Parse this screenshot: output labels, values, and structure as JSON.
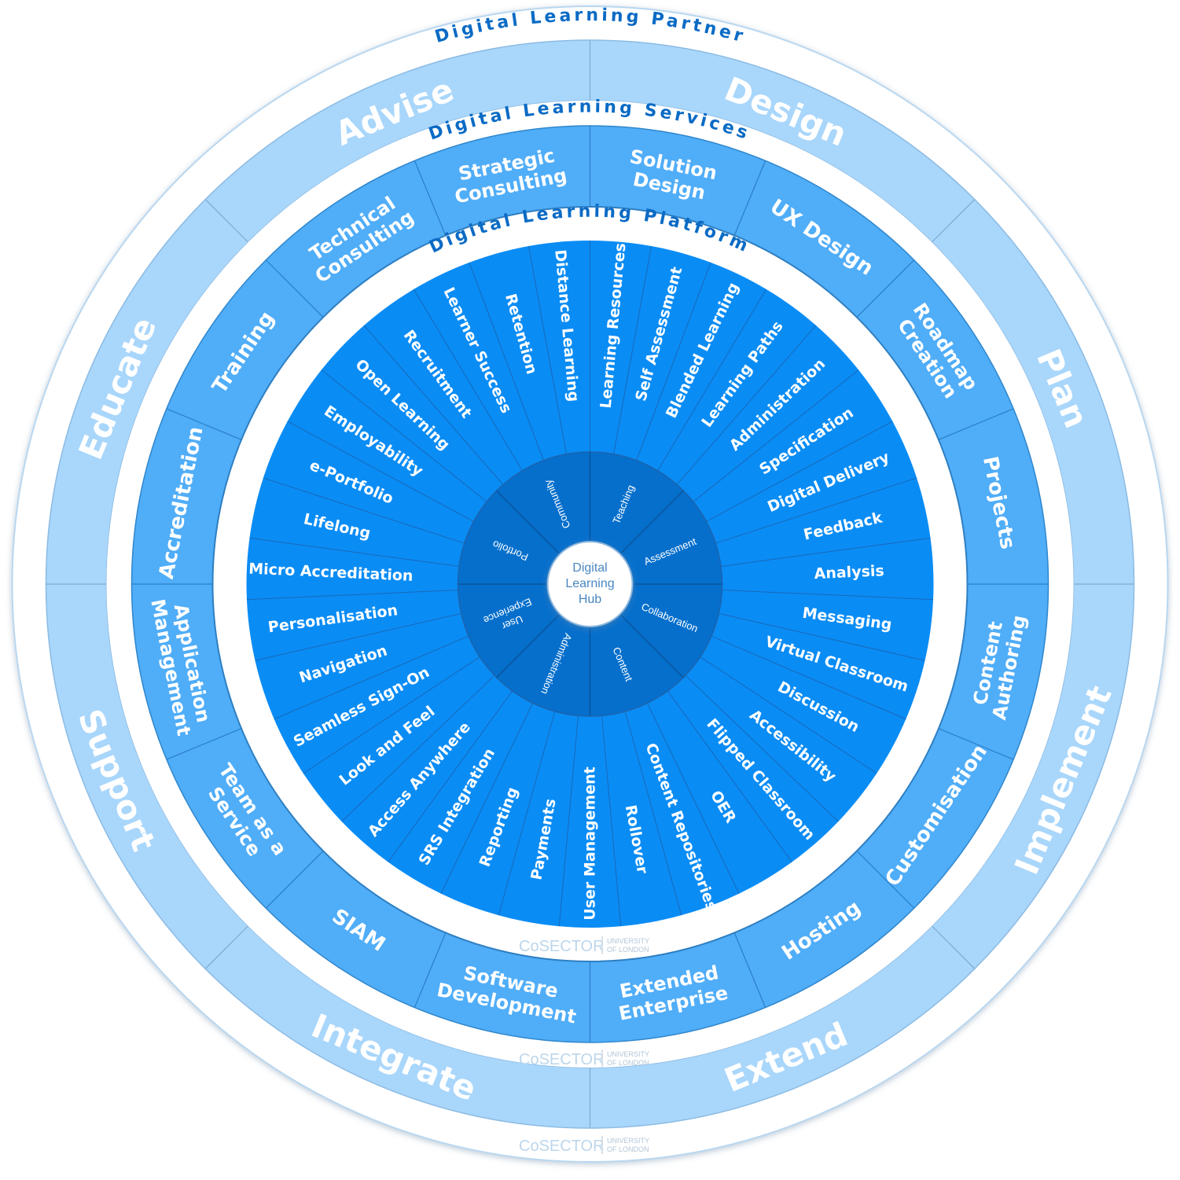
{
  "colors": {
    "outer_ring": "#a9d6fb",
    "outer_border": "#b9d7f0",
    "services_ring": "#50adf8",
    "platform_ring": "#0a8cf5",
    "hub_ring": "#066fcc",
    "title_text": "#0a6bc5",
    "divider": "#2a7fc4",
    "brand_text": "#bcd6ec"
  },
  "titles": {
    "partner": "Digital Learning Partner",
    "services": "Digital Learning Services",
    "platform": "Digital Learning Platform"
  },
  "hub": {
    "label_line1": "Digital",
    "label_line2": "Learning",
    "label_line3": "Hub"
  },
  "partner_ring": {
    "segments": [
      "Design",
      "Plan",
      "Implement",
      "Extend",
      "Integrate",
      "Support",
      "Educate",
      "Advise"
    ]
  },
  "services_ring": {
    "segments": [
      [
        "Solution",
        "Design"
      ],
      [
        "UX Design"
      ],
      [
        "Roadmap",
        "Creation"
      ],
      [
        "Projects"
      ],
      [
        "Content",
        "Authoring"
      ],
      [
        "Customisation"
      ],
      [
        "Hosting"
      ],
      [
        "Extended",
        "Enterprise"
      ],
      [
        "Software",
        "Development"
      ],
      [
        "SIAM"
      ],
      [
        "Team as a",
        "Service"
      ],
      [
        "Application",
        "Management"
      ],
      [
        "Accreditation"
      ],
      [
        "Training"
      ],
      [
        "Technical",
        "Consulting"
      ],
      [
        "Strategic",
        "Consulting"
      ]
    ]
  },
  "hub_ring": {
    "segments": [
      "Teaching",
      "Assessment",
      "Collaboration",
      "Content",
      "Administration",
      "User Experience",
      "Portfolio",
      "Community"
    ]
  },
  "platform_ring": {
    "segments": [
      "Learning Resources",
      "Self Assessment",
      "Blended Learning",
      "Learning Paths",
      "Administration",
      "Specification",
      "Digital Delivery",
      "Feedback",
      "Analysis",
      "Messaging",
      "Virtual Classroom",
      "Discussion",
      "Accessibility",
      "Flipped Classroom",
      "OER",
      "Content Repositories",
      "Rollover",
      "User Management",
      "Payments",
      "Reporting",
      "SRS Integration",
      "Access Anywhere",
      "Look and Feel",
      "Seamless Sign-On",
      "Navigation",
      "Personalisation",
      "Micro Accreditation",
      "Lifelong",
      "e-Portfolio",
      "Employability",
      "Open Learning",
      "Recruitment",
      "Learner Success",
      "Retention",
      "Distance Learning"
    ]
  },
  "branding": {
    "logo_text": "CoSECTOR",
    "org_line1": "UNIVERSITY",
    "org_line2": "OF LONDON"
  }
}
